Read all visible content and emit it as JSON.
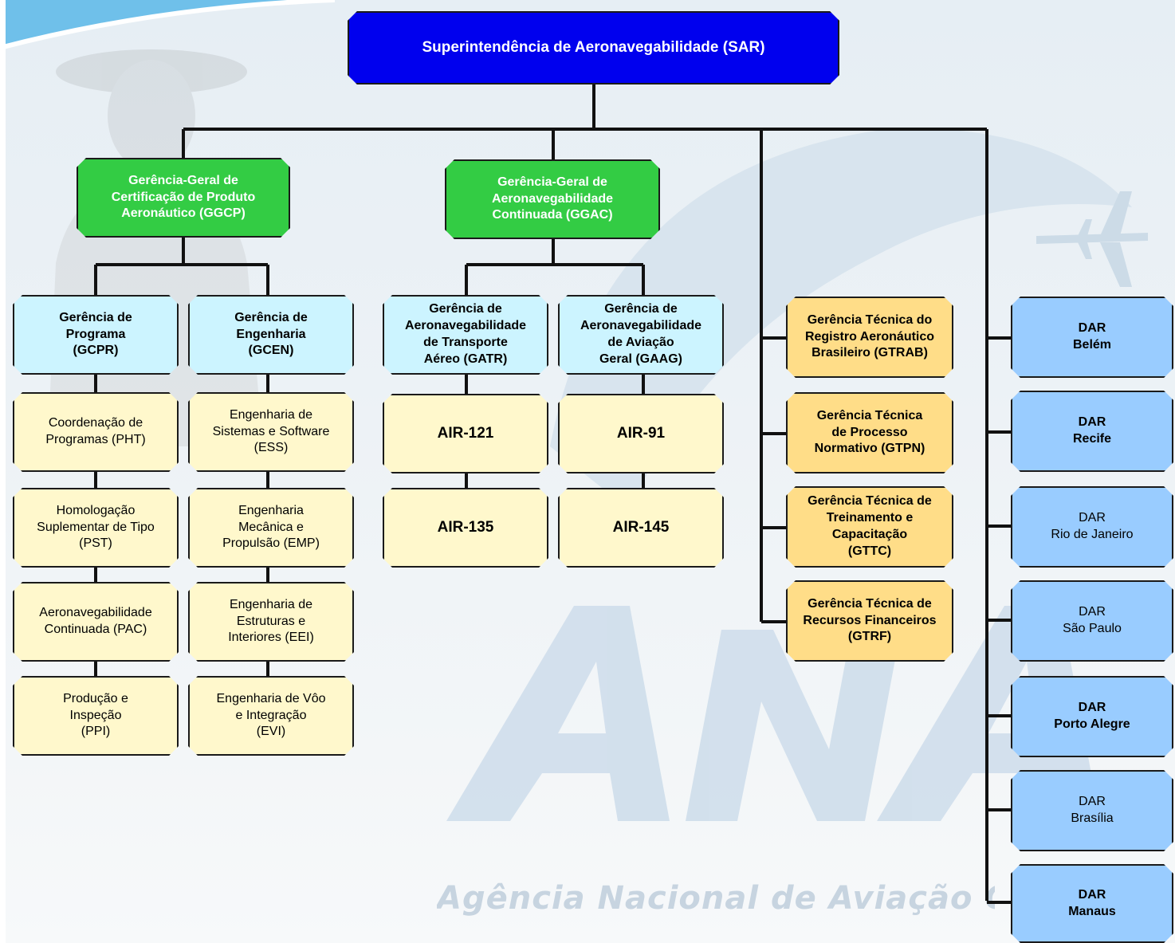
{
  "watermark": {
    "org_text": "Agência Nacional de Aviação Civil",
    "logo_text": "ANAC"
  },
  "colors": {
    "top": "#0000ee",
    "general_managements": "#33cc44",
    "managements": "#ccf4ff",
    "units": "#fff8cc",
    "technical": "#ffdd88",
    "regional": "#99ccff"
  },
  "top": {
    "label": "Superintendência de Aeronavegabilidade (SAR)"
  },
  "ggcp": {
    "label": "Gerência-Geral de\nCertificação de Produto\nAeronáutico (GGCP)",
    "gcpr": {
      "label": "Gerência de\nPrograma\n(GCPR)",
      "units": [
        "Coordenação de\nProgramas (PHT)",
        "Homologação\nSuplementar de Tipo\n(PST)",
        "Aeronavegabilidade\nContinuada (PAC)",
        "Produção e\nInspeção\n(PPI)"
      ]
    },
    "gcen": {
      "label": "Gerência de\nEngenharia\n(GCEN)",
      "units": [
        "Engenharia de\nSistemas e Software\n(ESS)",
        "Engenharia\nMecânica e\nPropulsão (EMP)",
        "Engenharia de\nEstruturas e\nInteriores (EEI)",
        "Engenharia de Vôo\ne Integração\n(EVI)"
      ]
    }
  },
  "ggac": {
    "label": "Gerência-Geral de\nAeronavegabilidade\nContinuada (GGAC)",
    "gatr": {
      "label": "Gerência de\nAeronavegabilidade\nde Transporte\nAéreo (GATR)",
      "units": [
        "AIR-121",
        "AIR-135"
      ]
    },
    "gaag": {
      "label": "Gerência de\nAeronavegabilidade\nde Aviação\nGeral (GAAG)",
      "units": [
        "AIR-91",
        "AIR-145"
      ]
    }
  },
  "technical": [
    "Gerência Técnica do\nRegistro Aeronáutico\nBrasileiro (GTRAB)",
    "Gerência Técnica\nde Processo\nNormativo (GTPN)",
    "Gerência Técnica de\nTreinamento e\nCapacitação\n(GTTC)",
    "Gerência Técnica de\nRecursos Financeiros\n(GTRF)"
  ],
  "dar": [
    {
      "title": "DAR",
      "city": "Belém"
    },
    {
      "title": "DAR",
      "city": "Recife"
    },
    {
      "title": "DAR",
      "city": "Rio de Janeiro"
    },
    {
      "title": "DAR",
      "city": "São Paulo"
    },
    {
      "title": "DAR",
      "city": "Porto Alegre"
    },
    {
      "title": "DAR",
      "city": "Brasília"
    },
    {
      "title": "DAR",
      "city": "Manaus"
    }
  ]
}
